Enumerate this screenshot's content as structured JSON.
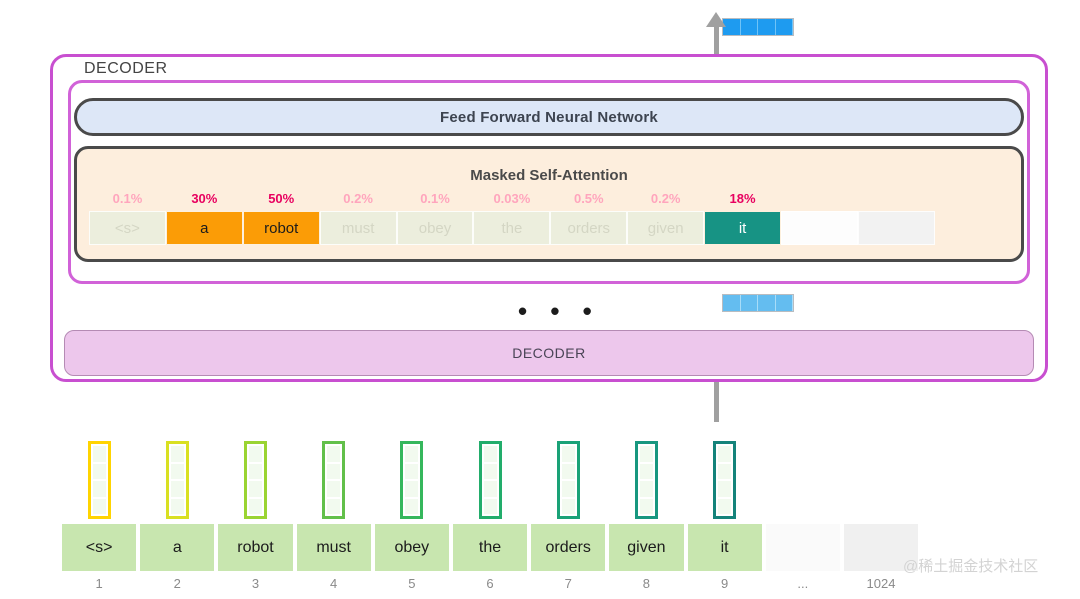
{
  "title": "GPT-2 Masked Self-Attention Decoder Diagram",
  "decoder_stack": {
    "label": "DECODER",
    "frame_color": "#c84fd0",
    "inner_frame_color": "#d162d8"
  },
  "feed_forward": {
    "label": "Feed Forward Neural Network",
    "fill": "#dde7f7",
    "stroke": "#4a4a4a"
  },
  "masked_self_attention": {
    "label": "Masked Self-Attention",
    "fill": "#fdeedd",
    "stroke": "#4a4a4a",
    "columns": [
      {
        "pct": "0.1%",
        "token": "<s>",
        "state": "dim",
        "emphasis": "faint"
      },
      {
        "pct": "30%",
        "token": "a",
        "state": "orange",
        "emphasis": "strong"
      },
      {
        "pct": "50%",
        "token": "robot",
        "state": "orange",
        "emphasis": "strong"
      },
      {
        "pct": "0.2%",
        "token": "must",
        "state": "dim",
        "emphasis": "faint"
      },
      {
        "pct": "0.1%",
        "token": "obey",
        "state": "dim",
        "emphasis": "faint"
      },
      {
        "pct": "0.03%",
        "token": "the",
        "state": "dim",
        "emphasis": "faint"
      },
      {
        "pct": "0.5%",
        "token": "orders",
        "state": "dim",
        "emphasis": "faint"
      },
      {
        "pct": "0.2%",
        "token": "given",
        "state": "dim",
        "emphasis": "faint"
      },
      {
        "pct": "18%",
        "token": "it",
        "state": "teal",
        "emphasis": "strong"
      },
      {
        "pct": "",
        "token": "",
        "state": "blank-white",
        "emphasis": "faint"
      },
      {
        "pct": "",
        "token": "",
        "state": "blank-gray",
        "emphasis": "faint"
      }
    ]
  },
  "ellipsis": "• • •",
  "decoder_bottom": {
    "label": "DECODER",
    "fill": "#edc7ec"
  },
  "output_vectors": {
    "top": {
      "cells": 4,
      "color": "#1e9bf0"
    },
    "middle": {
      "cells": 4,
      "color": "#64bdf0"
    }
  },
  "input_sequence": {
    "embedding_colors": [
      "#ffd400",
      "#d9e021",
      "#9ad432",
      "#62c04a",
      "#35b75c",
      "#22ad6b",
      "#1aa277",
      "#17977f",
      "#14837a"
    ],
    "tokens": [
      {
        "text": "<s>",
        "index": "1",
        "state": "filled"
      },
      {
        "text": "a",
        "index": "2",
        "state": "filled"
      },
      {
        "text": "robot",
        "index": "3",
        "state": "filled"
      },
      {
        "text": "must",
        "index": "4",
        "state": "filled"
      },
      {
        "text": "obey",
        "index": "5",
        "state": "filled"
      },
      {
        "text": "the",
        "index": "6",
        "state": "filled"
      },
      {
        "text": "orders",
        "index": "7",
        "state": "filled"
      },
      {
        "text": "given",
        "index": "8",
        "state": "filled"
      },
      {
        "text": "it",
        "index": "9",
        "state": "filled"
      },
      {
        "text": "",
        "index": "...",
        "state": "blank-white"
      },
      {
        "text": "",
        "index": "1024",
        "state": "blank-gray"
      }
    ]
  },
  "watermark": "@稀土掘金技术社区"
}
